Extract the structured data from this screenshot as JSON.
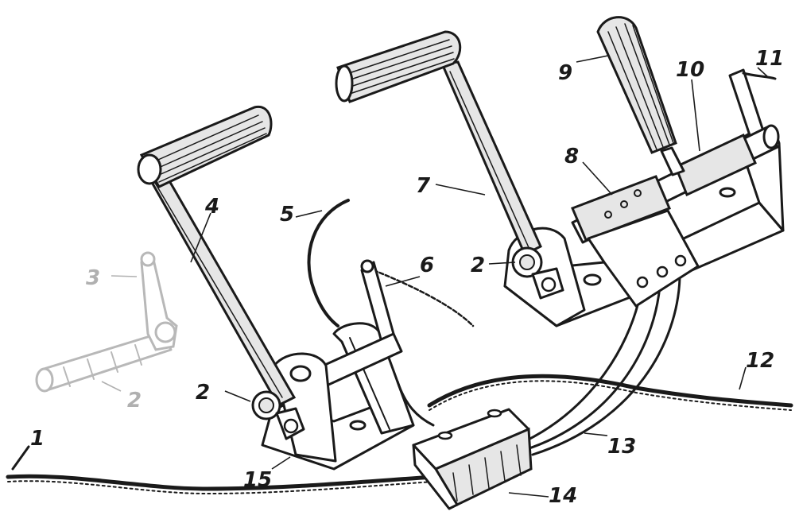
{
  "figure": {
    "labels": [
      {
        "id": "1",
        "text": "1",
        "faded": false
      },
      {
        "id": "2a",
        "text": "2",
        "faded": true
      },
      {
        "id": "2b",
        "text": "2",
        "faded": false
      },
      {
        "id": "2c",
        "text": "2",
        "faded": false
      },
      {
        "id": "3",
        "text": "3",
        "faded": true
      },
      {
        "id": "4",
        "text": "4",
        "faded": false
      },
      {
        "id": "5",
        "text": "5",
        "faded": false
      },
      {
        "id": "6",
        "text": "6",
        "faded": false
      },
      {
        "id": "7",
        "text": "7",
        "faded": false
      },
      {
        "id": "8",
        "text": "8",
        "faded": false
      },
      {
        "id": "9",
        "text": "9",
        "faded": false
      },
      {
        "id": "10",
        "text": "10",
        "faded": false
      },
      {
        "id": "11",
        "text": "11",
        "faded": false
      },
      {
        "id": "12",
        "text": "12",
        "faded": false
      },
      {
        "id": "13",
        "text": "13",
        "faded": false
      },
      {
        "id": "14",
        "text": "14",
        "faded": false
      },
      {
        "id": "15",
        "text": "15",
        "faded": false
      }
    ],
    "colors": {
      "ink": "#1a1a1a",
      "faded_ink": "#b0b0b0",
      "background": "#ffffff"
    }
  }
}
